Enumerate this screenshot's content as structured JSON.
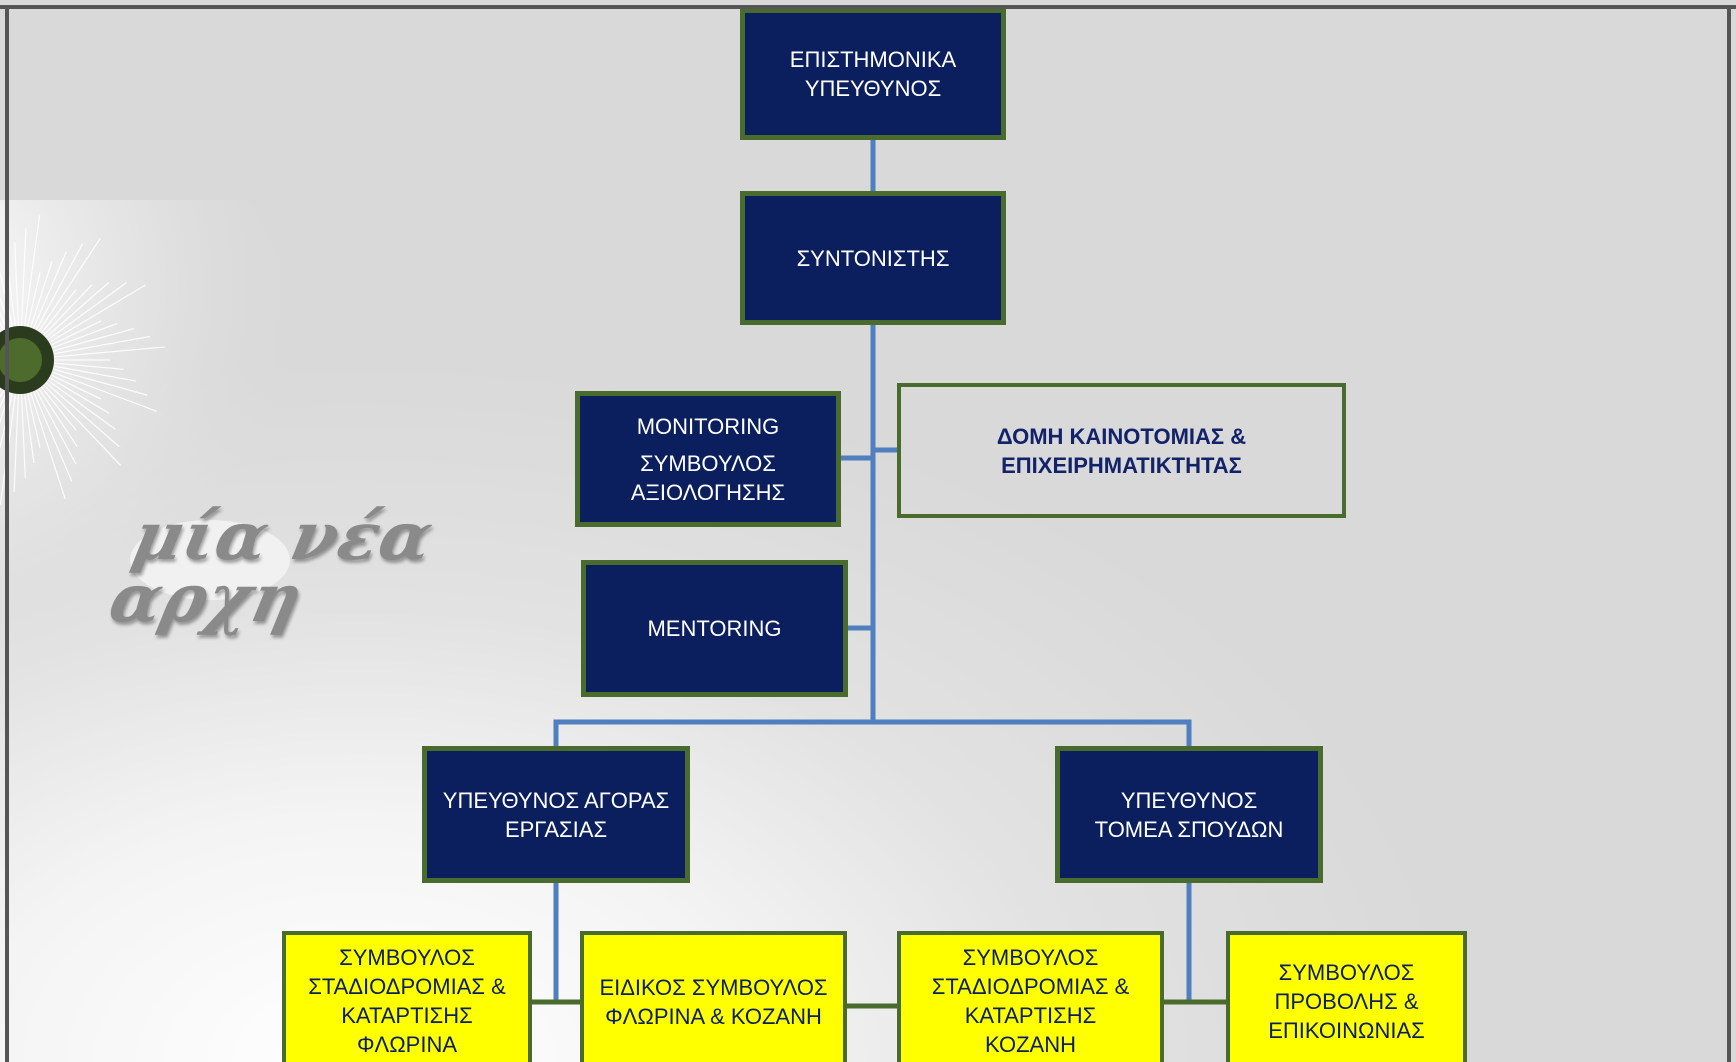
{
  "logo": {
    "line1": "μία νέα",
    "line2": "αρχη"
  },
  "nodes": {
    "scientific_lead": "ΕΠΙΣΤΗΜΟΝΙΚΑ\nΥΠΕΥΘΥΝΟΣ",
    "coordinator": "ΣΥΝΤΟΝΙΣΤΗΣ",
    "monitoring_title": "MONITORING",
    "monitoring_sub": "ΣΥΜΒΟΥΛΟΣ\nΑΞΙΟΛΟΓΗΣΗΣ",
    "innovation": "ΔΟΜΗ ΚΑΙΝΟΤΟΜΙΑΣ &\nΕΠΙΧΕΙΡΗΜΑΤΙΚΤΗΤΑΣ",
    "mentoring": "MENTORING",
    "labor_market": "ΥΠΕΥΘΥΝΟΣ ΑΓΟΡΑΣ\nΕΡΓΑΣΙΑΣ",
    "studies": "ΥΠΕΥΘΥΝΟΣ\nΤΟΜΕΑ ΣΠΟΥΔΩΝ",
    "career_florina": "ΣΥΜΒΟΥΛΟΣ\nΣΤΑΔΙΟΔΡΟΜΙΑΣ &\nΚΑΤΑΡΤΙΣΗΣ\nΦΛΩΡΙΝΑ",
    "special_advisor": "ΕΙΔΙΚΟΣ ΣΥΜΒΟΥΛΟΣ\nΦΛΩΡΙΝΑ & ΚΟΖΑΝΗ",
    "career_kozani": "ΣΥΜΒΟΥΛΟΣ\nΣΤΑΔΙΟΔΡΟΜΙΑΣ &\nΚΑΤΑΡΤΙΣΗΣ\nΚΟΖΑΝΗ",
    "promotion": "ΣΥΜΒΟΥΛΟΣ\nΠΡΟΒΟΛΗΣ &\nΕΠΙΚΟΙΝΩΝΙΑΣ"
  },
  "colors": {
    "navy": "#0b1f5e",
    "border_green": "#4a6b2e",
    "connector_blue": "#4f7fbf",
    "connector_green": "#4a6b2e",
    "yellow": "#ffff00"
  }
}
